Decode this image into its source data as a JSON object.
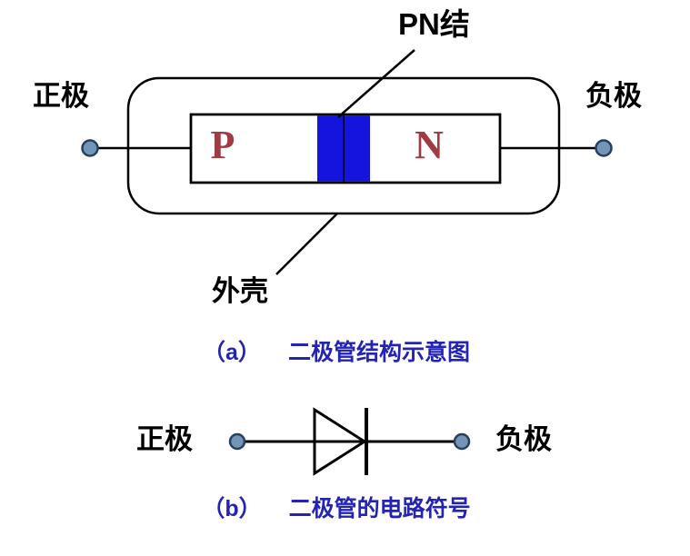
{
  "colors": {
    "outline": "#000000",
    "pn_letters": "#A03B44",
    "junction_blue": "#1414DC",
    "caption_blue": "#2424B4",
    "terminal_fill": "#7396B8",
    "terminal_stroke": "#26415E"
  },
  "diagram_a": {
    "pn_junction_label": "PN结",
    "anode_label": "正极",
    "cathode_label": "负极",
    "p_region": "P",
    "n_region": "N",
    "shell_label": "外壳",
    "caption_index": "（a）",
    "caption": "二极管结构示意图"
  },
  "diagram_b": {
    "anode_label": "正极",
    "cathode_label": "负极",
    "caption_index": "（b）",
    "caption": "二极管的电路符号"
  }
}
